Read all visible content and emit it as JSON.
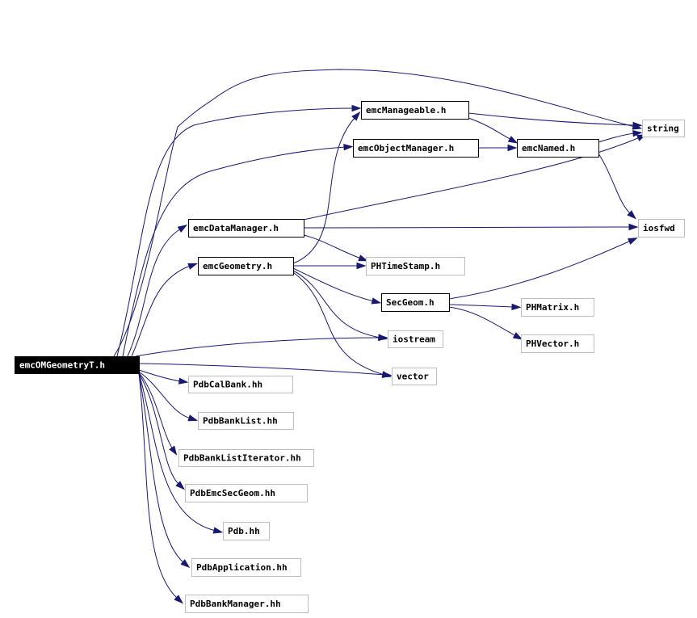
{
  "diagram": {
    "root": "emcOMGeometryT.h",
    "colors": {
      "edge": "#191970",
      "root_fill": "#000000",
      "root_text": "#ffffff",
      "node_fill": "#ffffff",
      "node_border": "#000000",
      "leaf_border": "#bfbfbf",
      "node_text": "#000000"
    },
    "nodes": [
      {
        "id": "root",
        "label": "emcOMGeometryT.h",
        "style": "root"
      },
      {
        "id": "emcManageable",
        "label": "emcManageable.h",
        "style": "normal"
      },
      {
        "id": "emcObjectManager",
        "label": "emcObjectManager.h",
        "style": "normal"
      },
      {
        "id": "emcNamed",
        "label": "emcNamed.h",
        "style": "normal"
      },
      {
        "id": "string",
        "label": "string",
        "style": "leaf"
      },
      {
        "id": "emcDataManager",
        "label": "emcDataManager.h",
        "style": "normal"
      },
      {
        "id": "iosfwd",
        "label": "iosfwd",
        "style": "leaf"
      },
      {
        "id": "emcGeometry",
        "label": "emcGeometry.h",
        "style": "normal"
      },
      {
        "id": "PHTimeStamp",
        "label": "PHTimeStamp.h",
        "style": "leaf"
      },
      {
        "id": "SecGeom",
        "label": "SecGeom.h",
        "style": "normal"
      },
      {
        "id": "PHMatrix",
        "label": "PHMatrix.h",
        "style": "leaf"
      },
      {
        "id": "PHVector",
        "label": "PHVector.h",
        "style": "leaf"
      },
      {
        "id": "iostream",
        "label": "iostream",
        "style": "leaf"
      },
      {
        "id": "vector",
        "label": "vector",
        "style": "leaf"
      },
      {
        "id": "PdbCalBank",
        "label": "PdbCalBank.hh",
        "style": "leaf"
      },
      {
        "id": "PdbBankList",
        "label": "PdbBankList.hh",
        "style": "leaf"
      },
      {
        "id": "PdbBankListIterator",
        "label": "PdbBankListIterator.hh",
        "style": "leaf"
      },
      {
        "id": "PdbEmcSecGeom",
        "label": "PdbEmcSecGeom.hh",
        "style": "leaf"
      },
      {
        "id": "Pdb",
        "label": "Pdb.hh",
        "style": "leaf"
      },
      {
        "id": "PdbApplication",
        "label": "PdbApplication.hh",
        "style": "leaf"
      },
      {
        "id": "PdbBankManager",
        "label": "PdbBankManager.hh",
        "style": "leaf"
      }
    ],
    "edges": [
      {
        "from": "root",
        "to": "string"
      },
      {
        "from": "root",
        "to": "emcManageable"
      },
      {
        "from": "root",
        "to": "emcObjectManager"
      },
      {
        "from": "root",
        "to": "emcDataManager"
      },
      {
        "from": "root",
        "to": "emcGeometry"
      },
      {
        "from": "root",
        "to": "iostream"
      },
      {
        "from": "root",
        "to": "vector"
      },
      {
        "from": "root",
        "to": "PdbCalBank"
      },
      {
        "from": "root",
        "to": "PdbBankList"
      },
      {
        "from": "root",
        "to": "PdbBankListIterator"
      },
      {
        "from": "root",
        "to": "PdbEmcSecGeom"
      },
      {
        "from": "root",
        "to": "Pdb"
      },
      {
        "from": "root",
        "to": "PdbApplication"
      },
      {
        "from": "root",
        "to": "PdbBankManager"
      },
      {
        "from": "emcManageable",
        "to": "string"
      },
      {
        "from": "emcManageable",
        "to": "emcNamed"
      },
      {
        "from": "emcObjectManager",
        "to": "emcNamed"
      },
      {
        "from": "emcNamed",
        "to": "string"
      },
      {
        "from": "emcNamed",
        "to": "iosfwd"
      },
      {
        "from": "emcDataManager",
        "to": "string"
      },
      {
        "from": "emcDataManager",
        "to": "iosfwd"
      },
      {
        "from": "emcDataManager",
        "to": "PHTimeStamp"
      },
      {
        "from": "emcGeometry",
        "to": "emcManageable"
      },
      {
        "from": "emcGeometry",
        "to": "PHTimeStamp"
      },
      {
        "from": "emcGeometry",
        "to": "SecGeom"
      },
      {
        "from": "emcGeometry",
        "to": "iostream"
      },
      {
        "from": "emcGeometry",
        "to": "vector"
      },
      {
        "from": "SecGeom",
        "to": "iosfwd"
      },
      {
        "from": "SecGeom",
        "to": "PHMatrix"
      },
      {
        "from": "SecGeom",
        "to": "PHVector"
      }
    ]
  }
}
